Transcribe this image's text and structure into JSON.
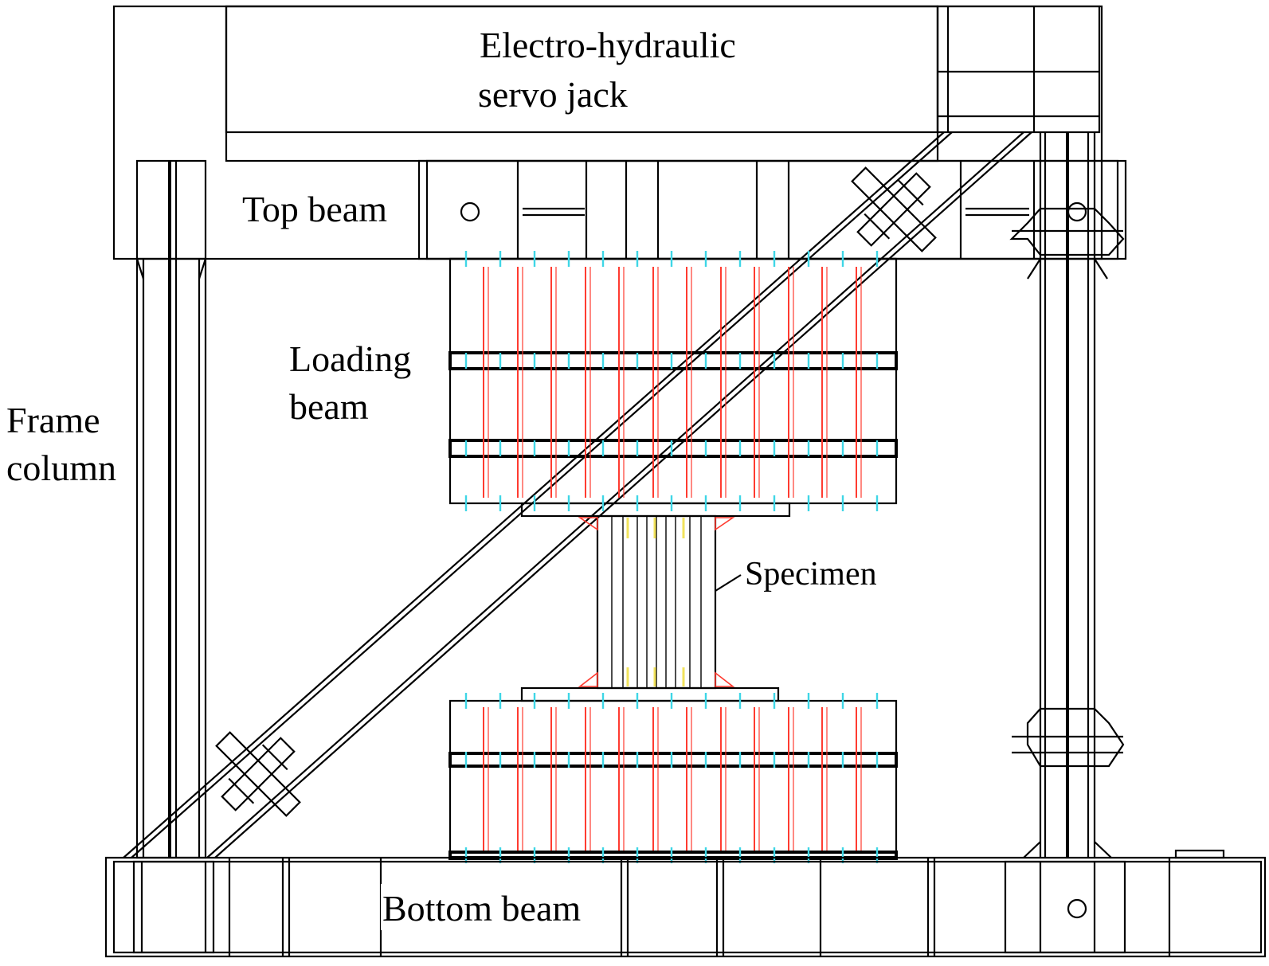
{
  "labels": {
    "jack_line1": "Electro-hydraulic",
    "jack_line2": "servo jack",
    "top_beam": "Top beam",
    "loading_beam_line1": "Loading",
    "loading_beam_line2": "beam",
    "frame_column_line1": "Frame",
    "frame_column_line2": "column",
    "specimen": "Specimen",
    "bottom_beam": "Bottom beam"
  },
  "colors": {
    "line": "#000000",
    "rebar_vertical": "#ff3b30",
    "bolt": "#3fd6e6",
    "specimen_marker": "#f2e35c"
  }
}
